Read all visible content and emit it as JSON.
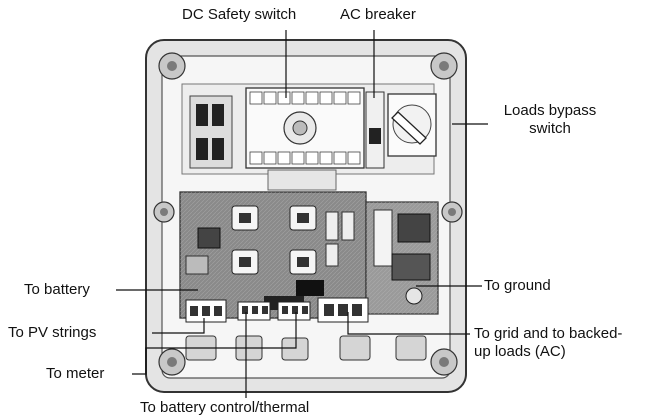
{
  "labels": {
    "dc_switch": "DC Safety switch",
    "ac_breaker": "AC breaker",
    "bypass_line1": "Loads bypass",
    "bypass_line2": "switch",
    "battery": "To battery",
    "pv": "To PV strings",
    "meter": "To meter",
    "battery_ctrl": "To battery control/thermal",
    "ground": "To ground",
    "grid_line1": "To grid and to backed-",
    "grid_line2": "up loads (AC)"
  }
}
